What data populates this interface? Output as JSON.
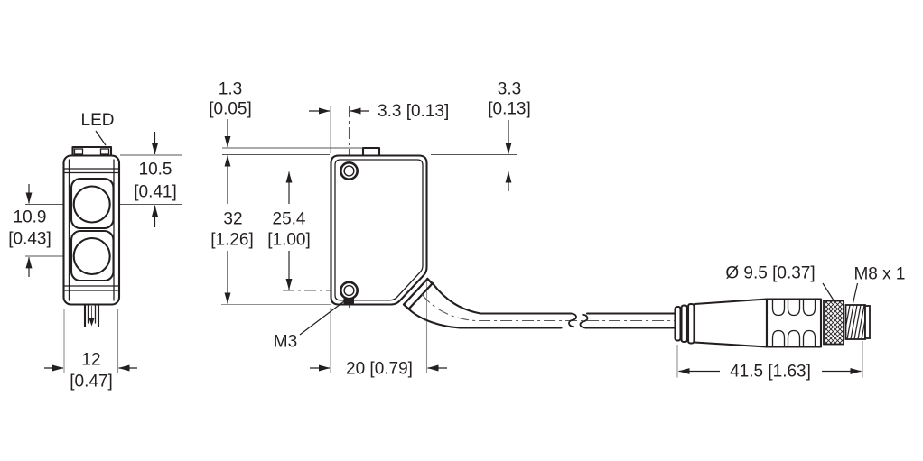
{
  "front_view": {
    "led_label": "LED",
    "dim_top_to_lens": {
      "mm": "10.5",
      "inch": "[0.41]"
    },
    "dim_lens_centers": {
      "mm": "10.9",
      "inch": "[0.43]"
    },
    "dim_width": {
      "mm": "12",
      "inch": "[0.47]"
    }
  },
  "side_view": {
    "dim_tab_height": {
      "mm": "1.3",
      "inch": "[0.05]"
    },
    "dim_hole_to_front": "3.3 [0.13]",
    "dim_hole_to_top": {
      "mm": "3.3",
      "inch": "[0.13]"
    },
    "dim_height": {
      "mm": "32",
      "inch": "[1.26]"
    },
    "dim_hole_centers": {
      "mm": "25.4",
      "inch": "[1.00]"
    },
    "hole_thread_label": "M3",
    "dim_depth": "20 [0.79]"
  },
  "connector": {
    "dim_diameter": "Ø 9.5 [0.37]",
    "thread_label": "M8 x 1",
    "dim_length": "41.5 [1.63]"
  }
}
